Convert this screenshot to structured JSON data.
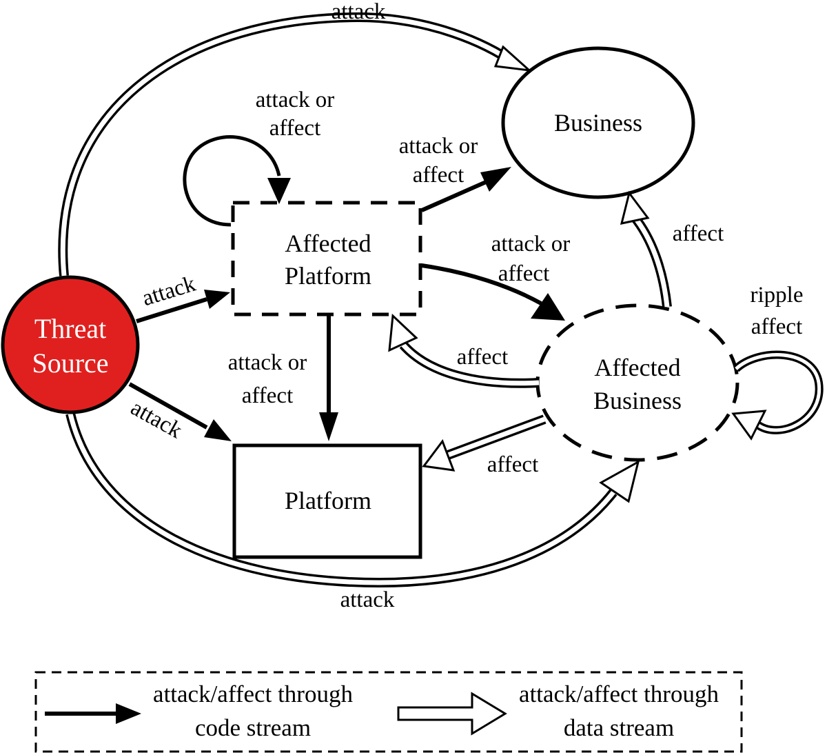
{
  "nodes": {
    "threat_source": {
      "line1": "Threat",
      "line2": "Source",
      "fill": "#e0201f"
    },
    "business": "Business",
    "affected_platform": {
      "line1": "Affected",
      "line2": "Platform"
    },
    "affected_business": {
      "line1": "Affected",
      "line2": "Business"
    },
    "platform": "Platform"
  },
  "edges": {
    "top_attack": "attack",
    "bottom_attack": "attack",
    "threat_to_affected_platform": "attack",
    "threat_to_platform": "attack",
    "self_loop_affected_platform": {
      "line1": "attack or",
      "line2": "affect"
    },
    "affected_platform_to_business": {
      "line1": "attack or",
      "line2": "affect"
    },
    "affected_platform_to_affected_business": {
      "line1": "attack or",
      "line2": "affect"
    },
    "affected_platform_to_platform": {
      "line1": "attack or",
      "line2": "affect"
    },
    "affected_business_to_business": "affect",
    "affected_business_to_affected_platform": "affect",
    "affected_business_to_platform": "affect",
    "ripple": {
      "line1": "ripple",
      "line2": "affect"
    }
  },
  "legend": {
    "code_stream": {
      "line1": "attack/affect through",
      "line2": "code stream"
    },
    "data_stream": {
      "line1": "attack/affect through",
      "line2": "data stream"
    }
  }
}
